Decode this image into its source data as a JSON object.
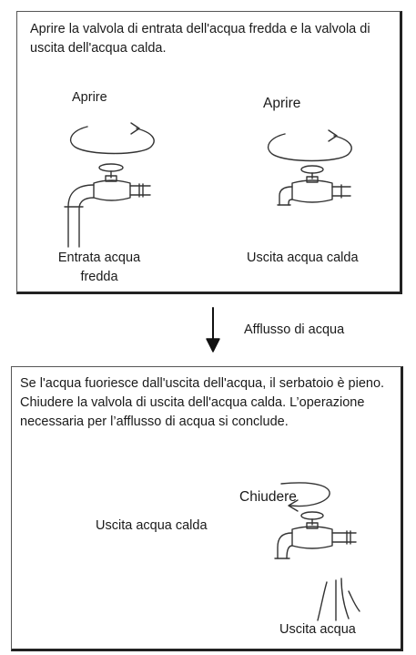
{
  "step1": {
    "instruction": "Aprire la valvola di entrata dell'acqua fredda e la valvola di uscita dell'acqua calda.",
    "left": {
      "action": "Aprire",
      "caption_line1": "Entrata acqua",
      "caption_line2": "fredda"
    },
    "right": {
      "action": "Aprire",
      "caption": "Uscita acqua calda"
    }
  },
  "transition": {
    "label": "Afflusso di acqua"
  },
  "step2": {
    "instruction": "Se l'acqua fuoriesce dall'uscita dell'acqua, il serbatoio è pieno. Chiudere la valvola di uscita dell'acqua calda. L’operazione necessaria per l’afflusso di acqua si conclude.",
    "action": "Chiudere",
    "valve_label": "Uscita acqua calda",
    "outlet_label": "Uscita acqua"
  }
}
